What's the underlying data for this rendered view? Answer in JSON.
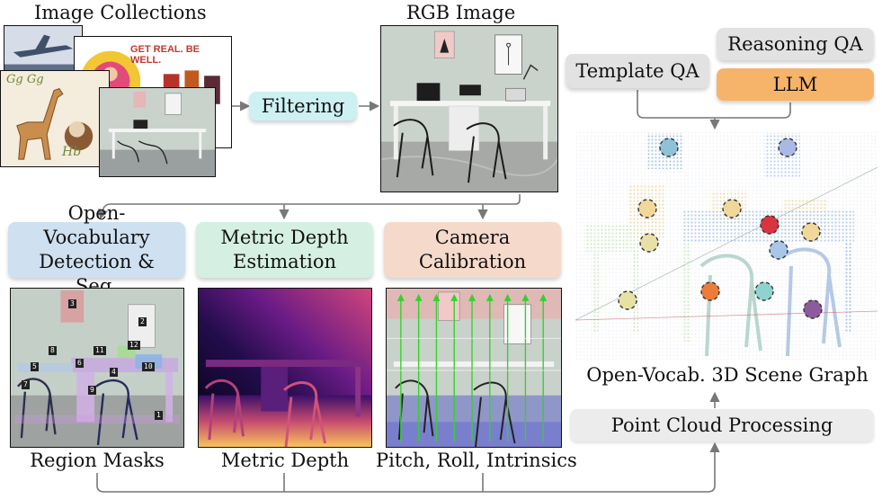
{
  "labels": {
    "image_collections": "Image Collections",
    "rgb_image": "RGB Image",
    "filtering": "Filtering",
    "template_qa": "Template QA",
    "reasoning_qa": "Reasoning QA",
    "llm": "LLM",
    "open_vocab_detection": "Open-Vocabulary Detection & Seg.",
    "metric_depth_estimation": "Metric Depth Estimation",
    "camera_calibration": "Camera Calibration",
    "region_masks": "Region Masks",
    "metric_depth": "Metric Depth",
    "pitch_roll_intrinsics": "Pitch, Roll, Intrinsics",
    "scene_graph": "Open-Vocab. 3D Scene Graph",
    "point_cloud_processing": "Point Cloud Processing"
  },
  "collection_thumbnail_text": {
    "get_real": "GET REAL. BE WELL.",
    "letters": "Gg Gg",
    "hb": "Hb"
  },
  "mask_ids": [
    "3",
    "2",
    "12",
    "11",
    "10",
    "8",
    "6",
    "7",
    "5",
    "1",
    "4",
    "9"
  ],
  "colors": {
    "filtering": "#cdf0f2",
    "detection": "#cfe0f1",
    "depth": "#d5f0e2",
    "calibration": "#f5d9cb",
    "gray_box": "#e2e2e2",
    "llm": "#f6b36a",
    "connector": "#777777",
    "graph_node_red": "#d9343f",
    "graph_node_orange": "#ec7c3c",
    "graph_node_purple": "#8e5a9e",
    "graph_node_blue": "#a9b9e4",
    "graph_node_teal": "#8ed3cf",
    "graph_node_yellow": "#f1d79a"
  }
}
